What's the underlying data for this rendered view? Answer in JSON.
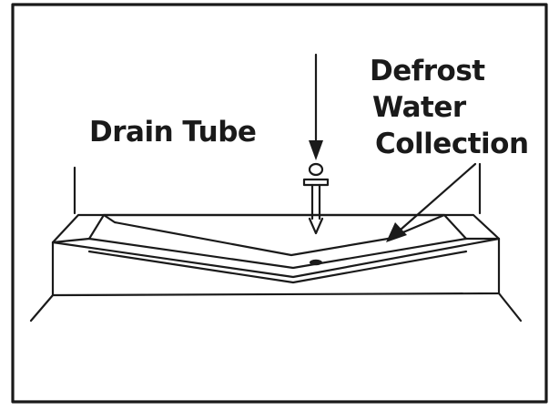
{
  "labels": {
    "drain_tube": "Drain Tube",
    "defrost_line1": "Defrost",
    "defrost_line2": "Water",
    "defrost_line3": "Collection"
  },
  "colors": {
    "ink": "#1a1a1a",
    "background": "#ffffff"
  }
}
